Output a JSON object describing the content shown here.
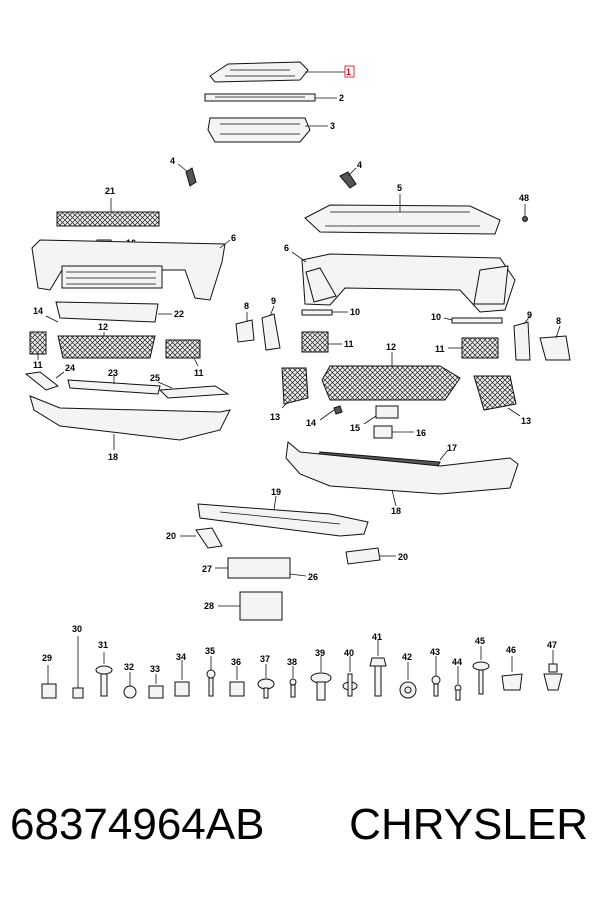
{
  "diagram": {
    "highlighted_callout": "1",
    "callouts": [
      "1",
      "2",
      "3",
      "4",
      "4",
      "5",
      "48",
      "21",
      "16",
      "6",
      "6",
      "8",
      "9",
      "10",
      "11",
      "12",
      "14",
      "22",
      "11",
      "8",
      "9",
      "10",
      "11",
      "12",
      "11",
      "24",
      "23",
      "25",
      "13",
      "14",
      "15",
      "16",
      "13",
      "17",
      "18",
      "18",
      "19",
      "20",
      "20",
      "27",
      "26",
      "28",
      "29",
      "30",
      "31",
      "32",
      "33",
      "34",
      "35",
      "36",
      "37",
      "38",
      "39",
      "40",
      "41",
      "42",
      "43",
      "44",
      "45",
      "46",
      "47"
    ]
  },
  "footer": {
    "part_number": "68374964AB",
    "brand": "CHRYSLER"
  }
}
